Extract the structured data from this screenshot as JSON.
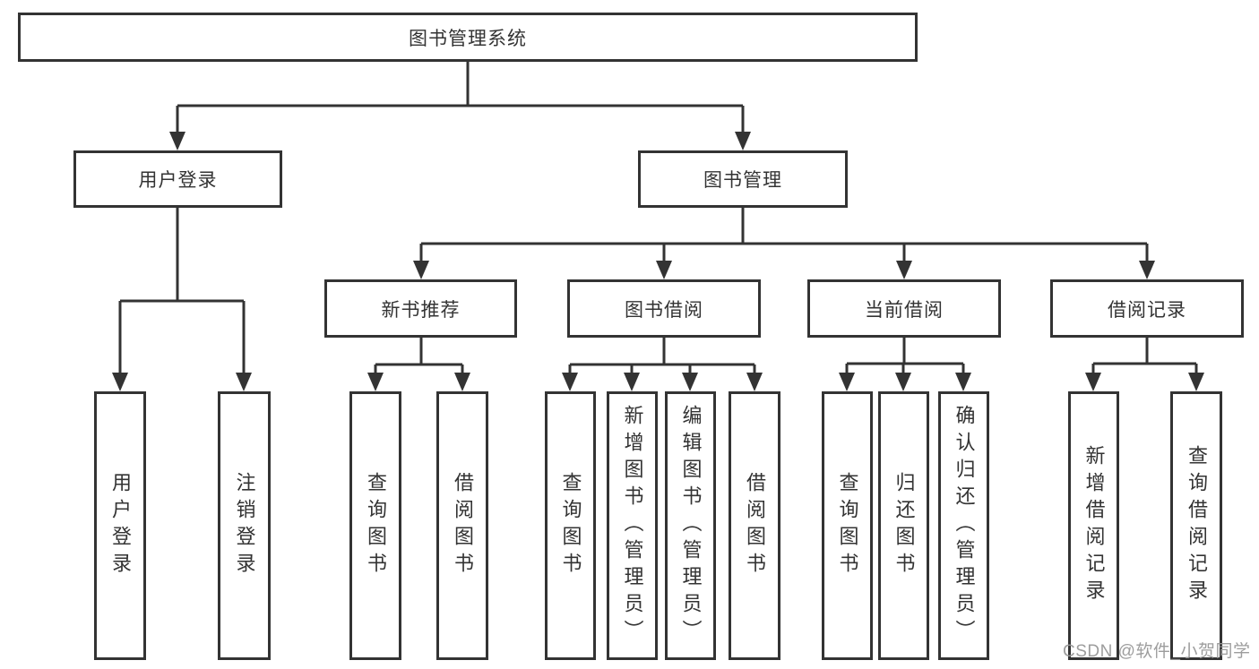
{
  "tree": {
    "root": {
      "label": "图书管理系统"
    },
    "branches": [
      {
        "label": "用户登录",
        "children": [
          {
            "label": "用户登录"
          },
          {
            "label": "注销登录"
          }
        ]
      },
      {
        "label": "图书管理",
        "children": [
          {
            "label": "新书推荐",
            "children": [
              {
                "label": "查询图书"
              },
              {
                "label": "借阅图书"
              }
            ]
          },
          {
            "label": "图书借阅",
            "children": [
              {
                "label": "查询图书"
              },
              {
                "label": "新增图书（管理员）"
              },
              {
                "label": "编辑图书（管理员）"
              },
              {
                "label": "借阅图书"
              }
            ]
          },
          {
            "label": "当前借阅",
            "children": [
              {
                "label": "查询图书"
              },
              {
                "label": "归还图书"
              },
              {
                "label": "确认归还（管理员）"
              }
            ]
          },
          {
            "label": "借阅记录",
            "children": [
              {
                "label": "新增借阅记录"
              },
              {
                "label": "查询借阅记录"
              }
            ]
          }
        ]
      }
    ]
  },
  "watermark": {
    "text": "CSDN @软件_小贺同学"
  },
  "colors": {
    "line": "#333333",
    "box_border": "#333333",
    "box_background": "#ffffff",
    "text": "#333333",
    "watermark": "#989898"
  }
}
